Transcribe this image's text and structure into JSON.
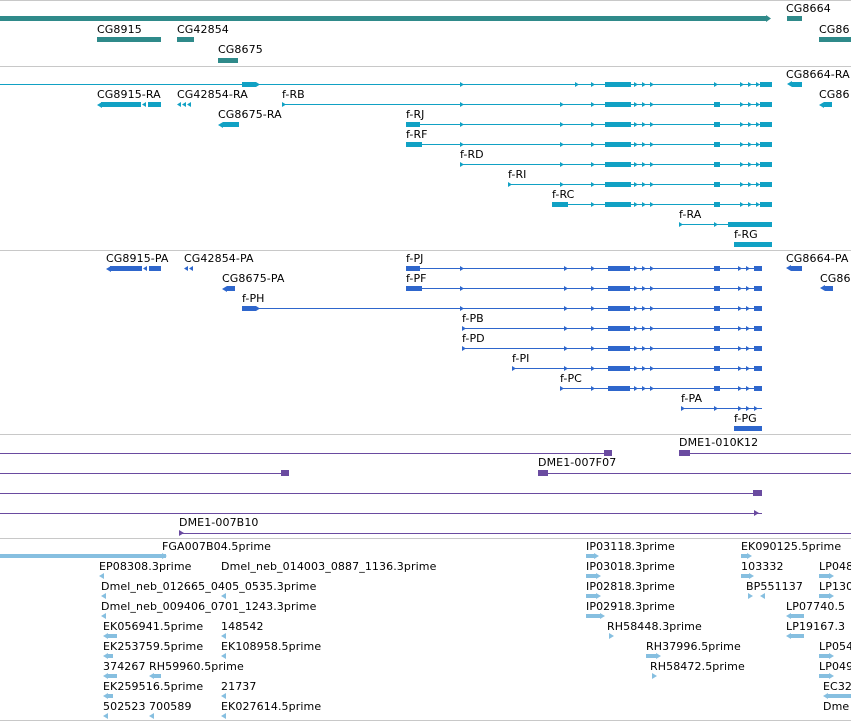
{
  "colors": {
    "gene": "#2f8a8a",
    "transcript": "#11a1c4",
    "protein": "#2e66cc",
    "clone": "#6a4ba0",
    "est": "#86bfe0",
    "separator": "#c8c8c8"
  },
  "tracks": {
    "genes": {
      "labels": [
        "CG8664",
        "CG8915",
        "CG42854",
        "CG86",
        "CG8675"
      ]
    },
    "transcripts": {
      "labels": [
        "CG8664-RA",
        "CG8915-RA",
        "CG42854-RA",
        "f-RB",
        "CG86",
        "CG8675-RA",
        "f-RJ",
        "f-RF",
        "f-RD",
        "f-RI",
        "f-RC",
        "f-RA",
        "f-RG"
      ]
    },
    "proteins": {
      "labels": [
        "CG8915-PA",
        "CG42854-PA",
        "f-PJ",
        "CG8664-PA",
        "CG8675-PA",
        "f-PF",
        "CG86",
        "f-PH",
        "f-PB",
        "f-PD",
        "f-PI",
        "f-PC",
        "f-PA",
        "f-PG"
      ]
    },
    "clones": {
      "labels": [
        "DME1-010K12",
        "DME1-007F07",
        "DME1-007B10"
      ]
    },
    "ests": {
      "labels": [
        "FGA007B04.5prime",
        "IP03118.3prime",
        "EK090125.5prime",
        "EP08308.3prime",
        "Dmel_neb_014003_0887_1136.3prime",
        "IP03018.3prime",
        "103332",
        "LP048",
        "Dmel_neb_012665_0405_0535.3prime",
        "IP02818.3prime",
        "BP551137",
        "LP130",
        "Dmel_neb_009406_0701_1243.3prime",
        "IP02918.3prime",
        "LP07740.5",
        "EK056941.5prime",
        "148542",
        "RH58448.3prime",
        "LP19167.3",
        "EK253759.5prime",
        "EK108958.5prime",
        "RH37996.5prime",
        "LP054",
        "374267",
        "RH59960.5prime",
        "RH58472.5prime",
        "LP049",
        "EK259516.5prime",
        "21737",
        "EC32",
        "502523",
        "700589",
        "EK027614.5prime",
        "Dme"
      ]
    }
  }
}
